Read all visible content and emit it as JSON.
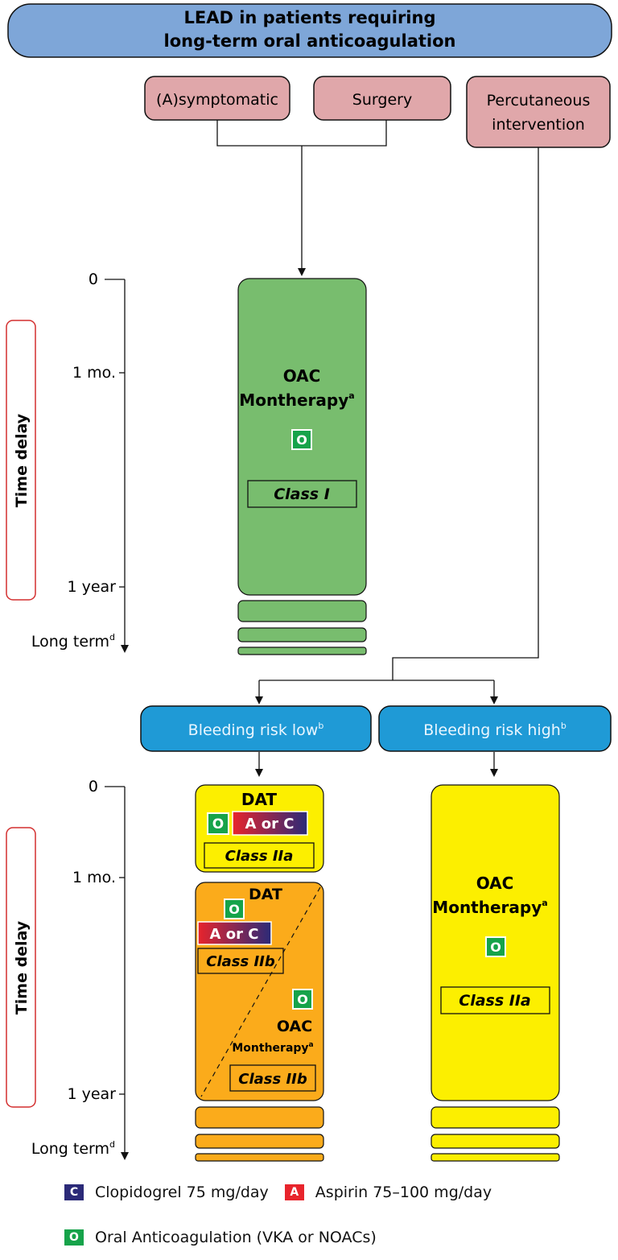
{
  "title": {
    "line1": "LEAD in patients requiring",
    "line2": "long-term oral anticoagulation"
  },
  "categories": {
    "asymptomatic": "(A)symptomatic",
    "surgery": "Surgery",
    "percutaneous_line1": "Percutaneous",
    "percutaneous_line2": "intervention"
  },
  "axis": {
    "zero": "0",
    "one_month": "1 mo.",
    "one_year": "1 year",
    "long_term": "Long term",
    "long_term_sup": "d",
    "time_delay": "Time delay"
  },
  "top_block": {
    "line1": "OAC",
    "line2": "Montherapy",
    "sup": "a",
    "icon": "O",
    "class": "Class I"
  },
  "bleeding": {
    "low": "Bleeding risk low",
    "low_sup": "b",
    "high": "Bleeding risk high",
    "high_sup": "b"
  },
  "low_dat1": {
    "title": "DAT",
    "o_icon": "O",
    "aorc": "A or C",
    "class": "Class IIa"
  },
  "low_dat2": {
    "title": "DAT",
    "o_icon": "O",
    "aorc": "A or C",
    "class_top": "Class IIb",
    "o_icon2": "O",
    "oac": "OAC",
    "mono": "Montherapy",
    "mono_sup": "a",
    "class_bottom": "Class IIb"
  },
  "high_block": {
    "line1": "OAC",
    "line2": "Montherapy",
    "sup": "a",
    "icon": "O",
    "class": "Class IIa"
  },
  "legend": {
    "clopidogrel_icon": "C",
    "clopidogrel": "Clopidogrel 75 mg/day",
    "aspirin_icon": "A",
    "aspirin": "Aspirin 75–100 mg/day",
    "oac_icon": "O",
    "oac": "Oral Anticoagulation (VKA or NOACs)"
  },
  "colors": {
    "title_fill": "#7ea6d8",
    "category_fill": "#e0a7aa",
    "green": "#78bd6e",
    "bleeding_fill": "#1f9ad6",
    "yellow": "#fcef00",
    "orange": "#fbab1b",
    "o_icon": "#16a34a",
    "aspirin_red": "#e8242c",
    "clopidogrel_navy": "#2b2a78",
    "time_delay_border": "#d32f2f"
  }
}
